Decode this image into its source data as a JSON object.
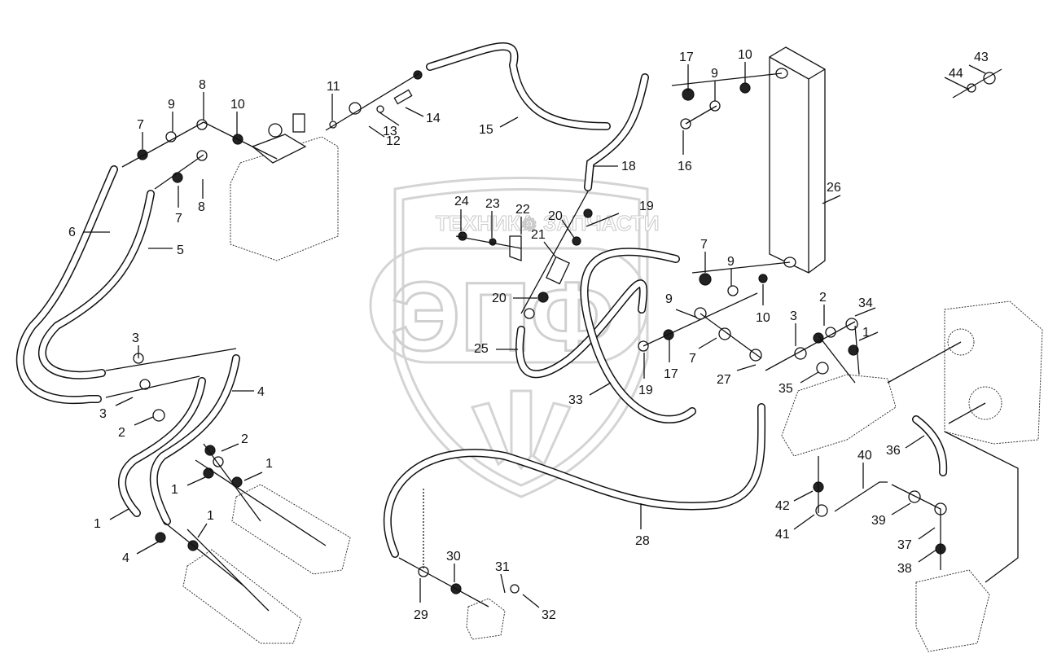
{
  "diagram": {
    "title": "Hydraulic lines exploded view",
    "watermark": {
      "text_left": "ТЕХНИКА",
      "text_right": "ЗАПЧАСТИ",
      "emblem": "ЭПФ",
      "gear_glyph": "⚙"
    },
    "callouts": [
      {
        "id": "c1",
        "text": "7"
      },
      {
        "id": "c2",
        "text": "9"
      },
      {
        "id": "c3",
        "text": "8"
      },
      {
        "id": "c4",
        "text": "10"
      },
      {
        "id": "c5",
        "text": "11"
      },
      {
        "id": "c6",
        "text": "8"
      },
      {
        "id": "c7",
        "text": "7"
      },
      {
        "id": "c8",
        "text": "6"
      },
      {
        "id": "c9",
        "text": "5"
      },
      {
        "id": "c10",
        "text": "12"
      },
      {
        "id": "c11",
        "text": "13"
      },
      {
        "id": "c12",
        "text": "14"
      },
      {
        "id": "c13",
        "text": "15"
      },
      {
        "id": "c14",
        "text": "17"
      },
      {
        "id": "c15",
        "text": "9"
      },
      {
        "id": "c16",
        "text": "10"
      },
      {
        "id": "c17",
        "text": "16"
      },
      {
        "id": "c18",
        "text": "18"
      },
      {
        "id": "c19",
        "text": "26"
      },
      {
        "id": "c20",
        "text": "43"
      },
      {
        "id": "c21",
        "text": "44"
      },
      {
        "id": "c22",
        "text": "24"
      },
      {
        "id": "c23",
        "text": "23"
      },
      {
        "id": "c24",
        "text": "22"
      },
      {
        "id": "c25",
        "text": "20"
      },
      {
        "id": "c26",
        "text": "21"
      },
      {
        "id": "c27",
        "text": "19"
      },
      {
        "id": "c28",
        "text": "20"
      },
      {
        "id": "c29",
        "text": "25"
      },
      {
        "id": "c30",
        "text": "7"
      },
      {
        "id": "c31",
        "text": "9"
      },
      {
        "id": "c32",
        "text": "9"
      },
      {
        "id": "c33",
        "text": "10"
      },
      {
        "id": "c34",
        "text": "17"
      },
      {
        "id": "c35",
        "text": "19"
      },
      {
        "id": "c36",
        "text": "7"
      },
      {
        "id": "c37",
        "text": "27"
      },
      {
        "id": "c38",
        "text": "33"
      },
      {
        "id": "c39",
        "text": "3"
      },
      {
        "id": "c40",
        "text": "2"
      },
      {
        "id": "c41",
        "text": "34"
      },
      {
        "id": "c42",
        "text": "1"
      },
      {
        "id": "c43",
        "text": "35"
      },
      {
        "id": "c44",
        "text": "36"
      },
      {
        "id": "c45",
        "text": "40"
      },
      {
        "id": "c46",
        "text": "42"
      },
      {
        "id": "c47",
        "text": "41"
      },
      {
        "id": "c48",
        "text": "39"
      },
      {
        "id": "c49",
        "text": "37"
      },
      {
        "id": "c50",
        "text": "38"
      },
      {
        "id": "c51",
        "text": "28"
      },
      {
        "id": "c52",
        "text": "30"
      },
      {
        "id": "c53",
        "text": "31"
      },
      {
        "id": "c54",
        "text": "29"
      },
      {
        "id": "c55",
        "text": "32"
      },
      {
        "id": "c56",
        "text": "3"
      },
      {
        "id": "c57",
        "text": "3"
      },
      {
        "id": "c58",
        "text": "2"
      },
      {
        "id": "c59",
        "text": "4"
      },
      {
        "id": "c60",
        "text": "2"
      },
      {
        "id": "c61",
        "text": "1"
      },
      {
        "id": "c62",
        "text": "1"
      },
      {
        "id": "c63",
        "text": "4"
      },
      {
        "id": "c64",
        "text": "1"
      },
      {
        "id": "c65",
        "text": "1"
      }
    ]
  }
}
